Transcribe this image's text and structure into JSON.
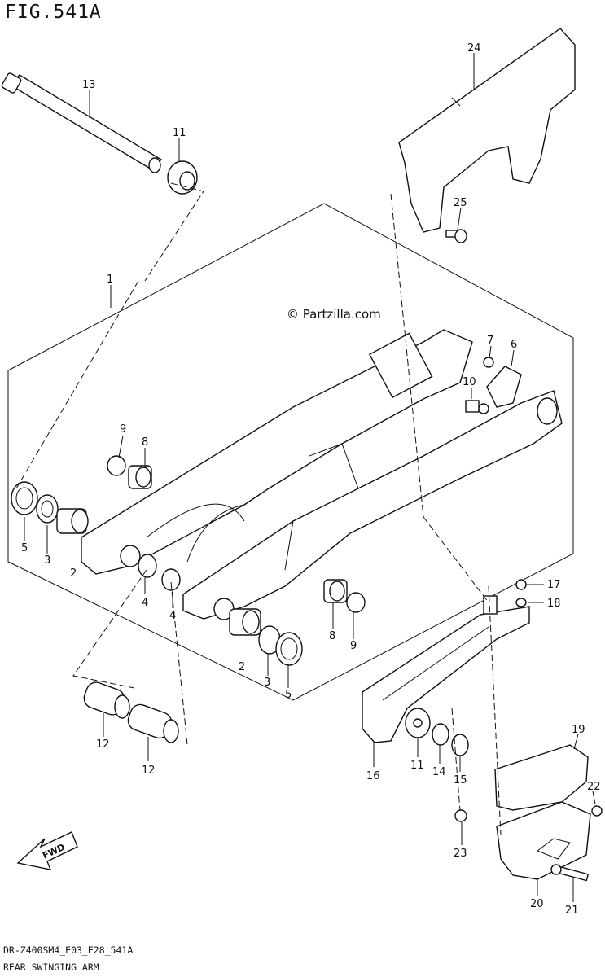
{
  "figure": {
    "title": "FIG.541A",
    "footer_code": "DR-Z400SM4_E03_E28_541A",
    "footer_name": "REAR SWINGING ARM",
    "watermark": "© Partzilla.com",
    "fwd_label": "FWD"
  },
  "callouts": [
    {
      "id": "c13",
      "text": "13"
    },
    {
      "id": "c11a",
      "text": "11"
    },
    {
      "id": "c24",
      "text": "24"
    },
    {
      "id": "c25",
      "text": "25"
    },
    {
      "id": "c1",
      "text": "1"
    },
    {
      "id": "c7",
      "text": "7"
    },
    {
      "id": "c6",
      "text": "6"
    },
    {
      "id": "c10",
      "text": "10"
    },
    {
      "id": "c9a",
      "text": "9"
    },
    {
      "id": "c8a",
      "text": "8"
    },
    {
      "id": "c5a",
      "text": "5"
    },
    {
      "id": "c3a",
      "text": "3"
    },
    {
      "id": "c2a",
      "text": "2"
    },
    {
      "id": "c4a",
      "text": "4"
    },
    {
      "id": "c4b",
      "text": "4"
    },
    {
      "id": "c17",
      "text": "17"
    },
    {
      "id": "c18",
      "text": "18"
    },
    {
      "id": "c8b",
      "text": "8"
    },
    {
      "id": "c9b",
      "text": "9"
    },
    {
      "id": "c2b",
      "text": "2"
    },
    {
      "id": "c3b",
      "text": "3"
    },
    {
      "id": "c5b",
      "text": "5"
    },
    {
      "id": "c12a",
      "text": "12"
    },
    {
      "id": "c12b",
      "text": "12"
    },
    {
      "id": "c16",
      "text": "16"
    },
    {
      "id": "c11b",
      "text": "11"
    },
    {
      "id": "c14",
      "text": "14"
    },
    {
      "id": "c15",
      "text": "15"
    },
    {
      "id": "c19",
      "text": "19"
    },
    {
      "id": "c22",
      "text": "22"
    },
    {
      "id": "c23",
      "text": "23"
    },
    {
      "id": "c20",
      "text": "20"
    },
    {
      "id": "c21",
      "text": "21"
    }
  ]
}
